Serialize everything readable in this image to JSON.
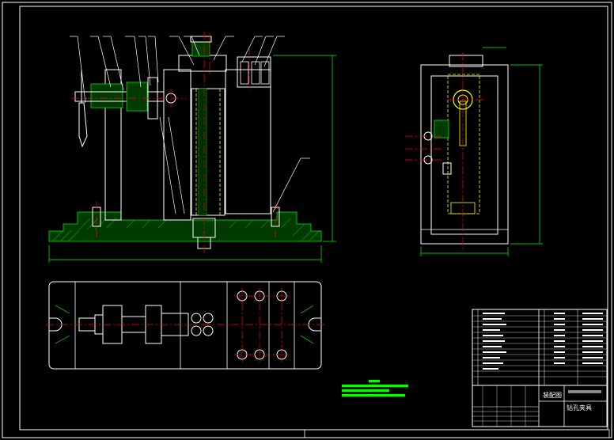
{
  "title_block": {
    "drawing_title": "装配图",
    "part_name": "钻孔夹具"
  },
  "colors": {
    "background": "#000000",
    "outline": "#ffffff",
    "center_line": "#ff0000",
    "hidden_line": "#ffff00",
    "dimension": "#00ff00",
    "section_hatch": "#00c000",
    "component": "#ffffff"
  },
  "views": [
    "front-view",
    "side-view",
    "top-view"
  ]
}
